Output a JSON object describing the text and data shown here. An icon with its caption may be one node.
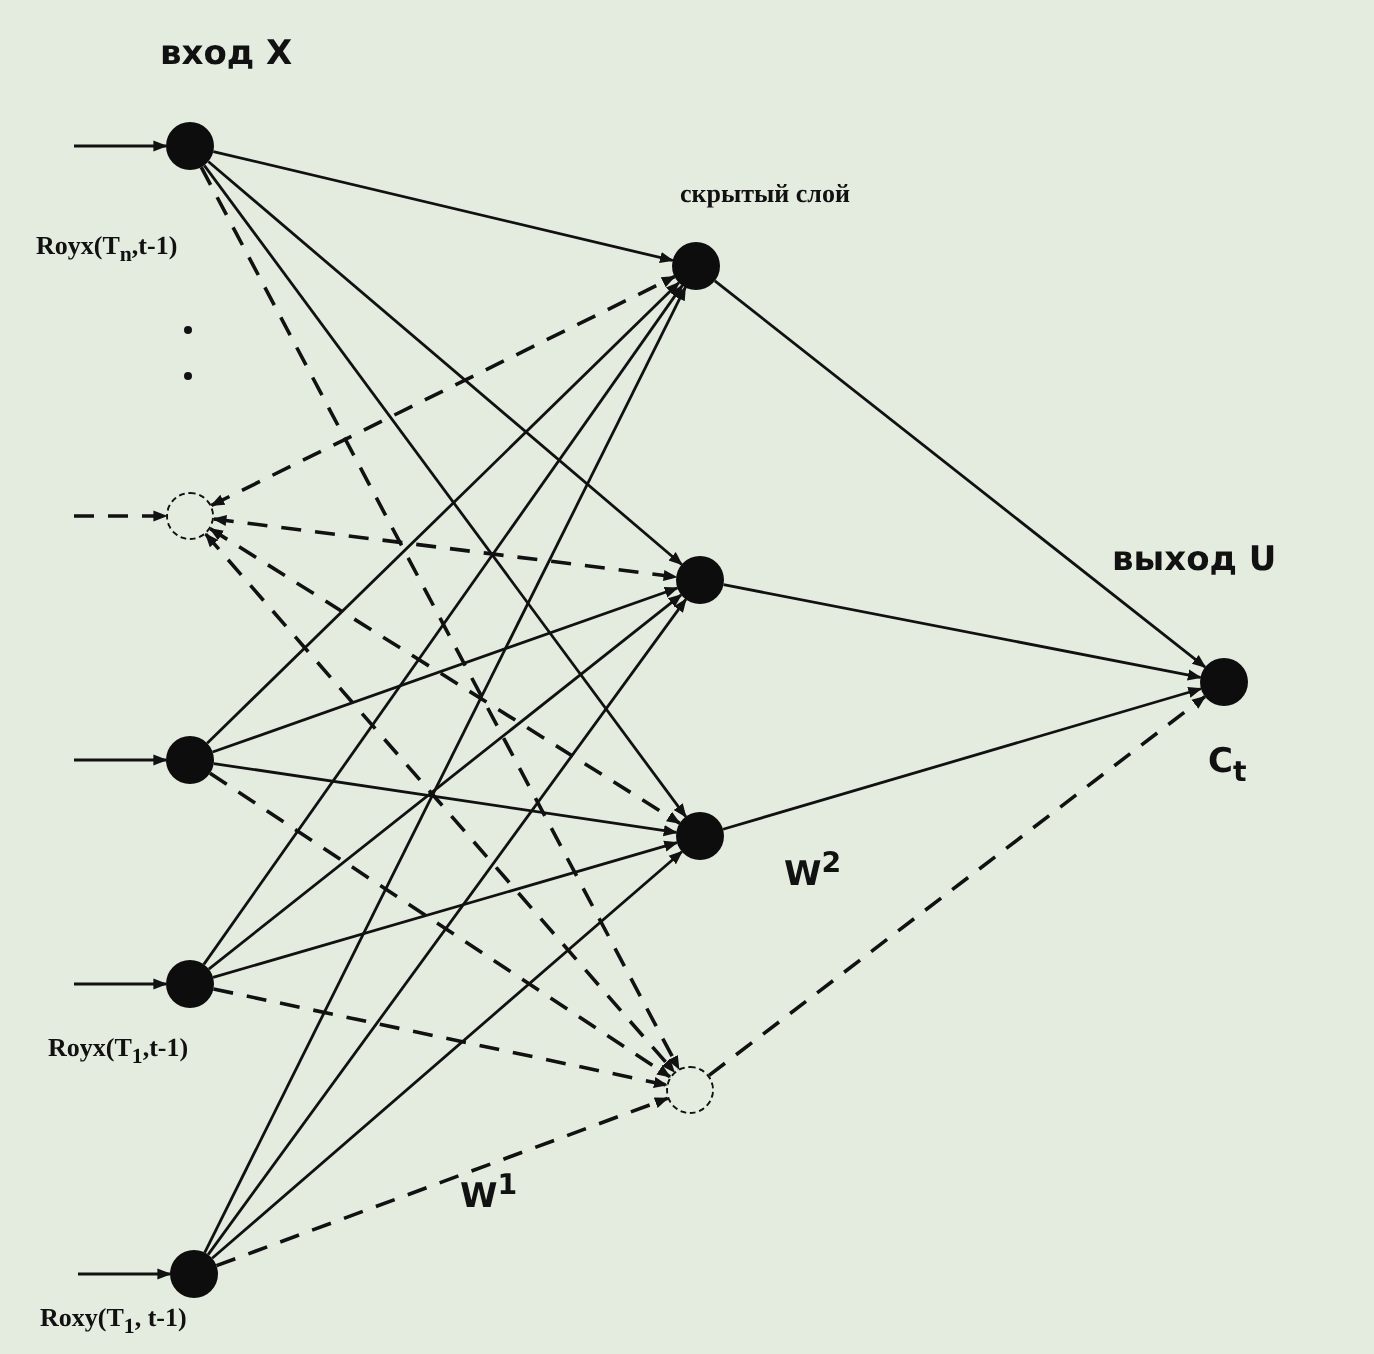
{
  "diagram": {
    "nodes": [
      {
        "text": [],
        "shape": "circle",
        "beside": [
          "вход X",
          "Royx(T$_{n}$,t-1)"
        ]
      },
      {
        "text": [],
        "shape": "circle"
      },
      {
        "text": [],
        "shape": "circle"
      },
      {
        "text": [],
        "shape": "circle",
        "beside": [
          "Royx(T$_{1}$,t-1)"
        ]
      },
      {
        "text": [],
        "shape": "circle",
        "beside": [
          "Roxy(T$_{1}$, t-1)"
        ]
      },
      {
        "text": [],
        "shape": "circle",
        "beside": [
          "скрытый слой"
        ]
      },
      {
        "text": [],
        "shape": "circle"
      },
      {
        "text": [],
        "shape": "circle"
      },
      {
        "text": [],
        "shape": "circle"
      },
      {
        "text": [],
        "shape": "circle",
        "beside": [
          "выход U",
          "C$_{t}$"
        ]
      }
    ],
    "edges": [
      {
        "from": null,
        "to": 0,
        "arrow": "to"
      },
      {
        "from": null,
        "to": 1,
        "arrow": "to",
        "style": "dashed"
      },
      {
        "from": null,
        "to": 2,
        "arrow": "to"
      },
      {
        "from": null,
        "to": 3,
        "arrow": "to"
      },
      {
        "from": null,
        "to": 4,
        "arrow": "to"
      },
      {
        "from": 0,
        "to": 5,
        "arrow": "to"
      },
      {
        "from": 0,
        "to": 6,
        "arrow": "to"
      },
      {
        "from": 0,
        "to": 7,
        "arrow": "to"
      },
      {
        "from": 0,
        "to": 8,
        "arrow": "to",
        "style": "dashed"
      },
      {
        "from": 1,
        "to": 5,
        "arrow": "both",
        "style": "dashed"
      },
      {
        "from": 1,
        "to": 6,
        "arrow": "both",
        "style": "dashed"
      },
      {
        "from": 1,
        "to": 7,
        "arrow": "both",
        "style": "dashed"
      },
      {
        "from": 1,
        "to": 8,
        "arrow": "both",
        "style": "dashed"
      },
      {
        "from": 2,
        "to": 5,
        "arrow": "to"
      },
      {
        "from": 2,
        "to": 6,
        "arrow": "to"
      },
      {
        "from": 2,
        "to": 7,
        "arrow": "to"
      },
      {
        "from": 2,
        "to": 8,
        "arrow": "to",
        "style": "dashed"
      },
      {
        "from": 3,
        "to": 5,
        "arrow": "to"
      },
      {
        "from": 3,
        "to": 6,
        "arrow": "to"
      },
      {
        "from": 3,
        "to": 7,
        "arrow": "to"
      },
      {
        "from": 3,
        "to": 8,
        "arrow": "to",
        "style": "dashed"
      },
      {
        "from": 4,
        "to": 5,
        "arrow": "to"
      },
      {
        "from": 4,
        "to": 6,
        "arrow": "to"
      },
      {
        "from": 4,
        "to": 7,
        "arrow": "to"
      },
      {
        "from": 4,
        "to": 8,
        "arrow": "to",
        "style": "dashed"
      },
      {
        "from": 5,
        "to": 9,
        "arrow": "to"
      },
      {
        "from": 6,
        "to": 9,
        "arrow": "to"
      },
      {
        "from": 7,
        "to": 9,
        "arrow": "to"
      },
      {
        "from": 8,
        "to": 9,
        "arrow": "to",
        "style": "dashed"
      }
    ],
    "labels": [
      "W$^{2}$",
      "W$^{1}$"
    ]
  }
}
